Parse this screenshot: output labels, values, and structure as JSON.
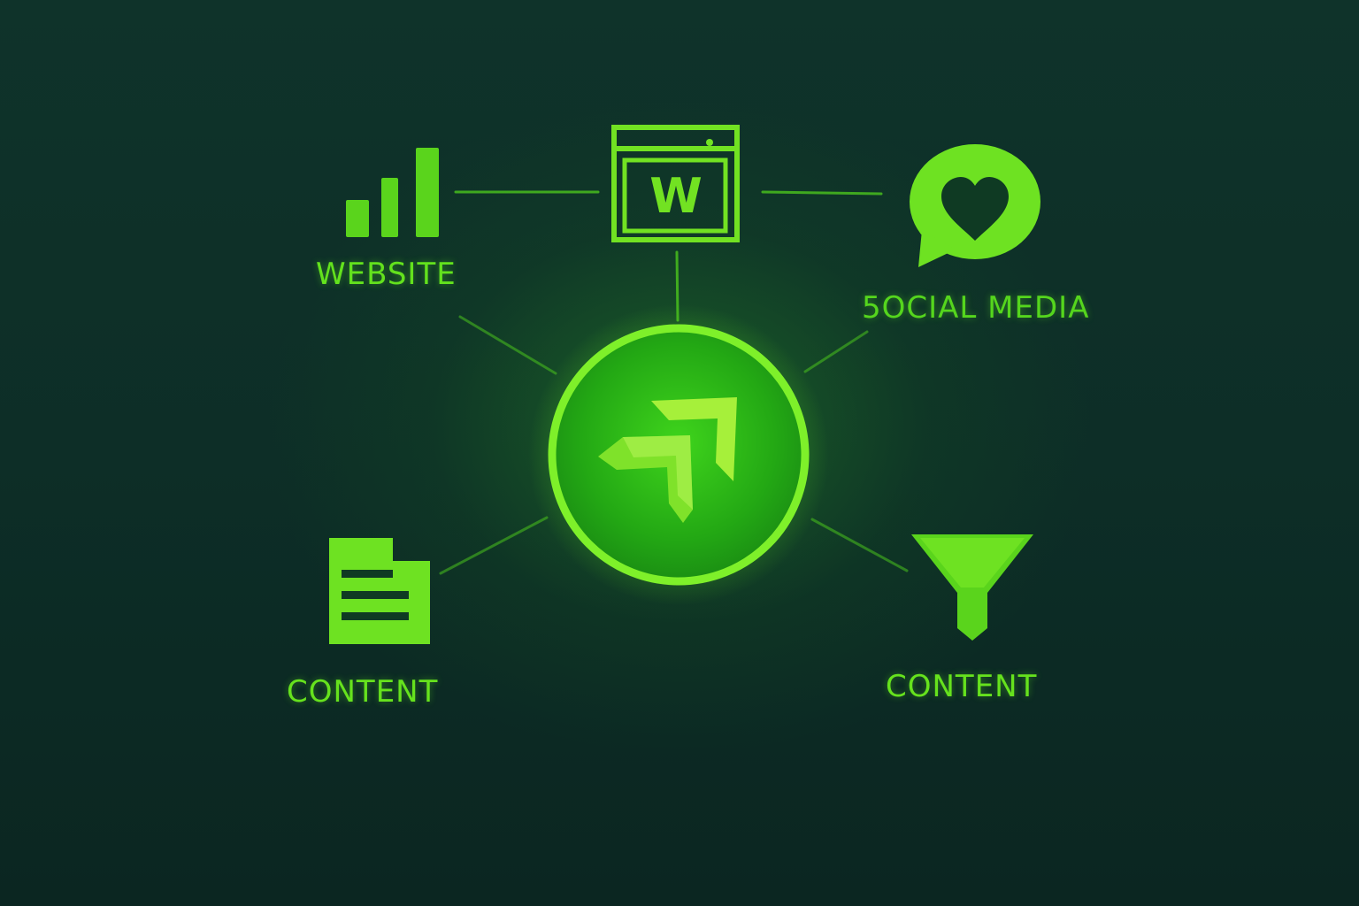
{
  "colors": {
    "accent": "#63e21d",
    "accent_light": "#a6f03a",
    "accent_mid": "#3fc81a",
    "background": "#0d2e27"
  },
  "diagram": {
    "center": {
      "icon": "arrow-logo-icon"
    },
    "nodes": [
      {
        "label": "WEBSITE",
        "icon": "bar-chart-icon"
      },
      {
        "label": "",
        "icon": "browser-window-icon",
        "glyph": "W"
      },
      {
        "label": "5OCIAL MEDIA",
        "icon": "heart-speech-bubble-icon"
      },
      {
        "label": "CONTENT",
        "icon": "document-icon"
      },
      {
        "label": "CONTENT",
        "icon": "funnel-icon"
      }
    ]
  }
}
